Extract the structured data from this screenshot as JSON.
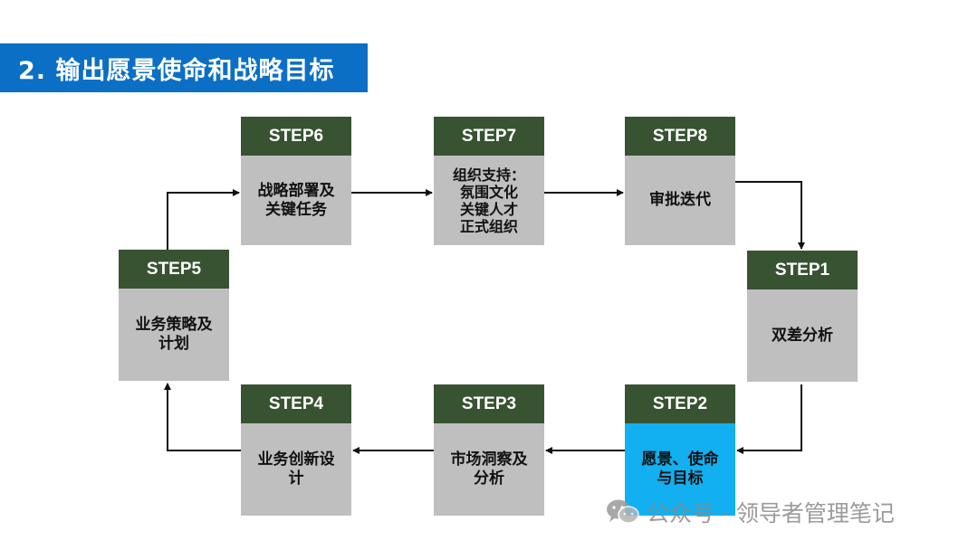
{
  "title": "2. 输出愿景使命和战略目标",
  "steps": {
    "s1": {
      "label": "STEP1",
      "text": "双差分析"
    },
    "s2": {
      "label": "STEP2",
      "text": "愿景、使命\n与目标"
    },
    "s3": {
      "label": "STEP3",
      "text": "市场洞察及\n分析"
    },
    "s4": {
      "label": "STEP4",
      "text": "业务创新设\n计"
    },
    "s5": {
      "label": "STEP5",
      "text": "业务策略及\n计划"
    },
    "s6": {
      "label": "STEP6",
      "text": "战略部署及\n关键任务"
    },
    "s7": {
      "label": "STEP7",
      "text": "组织支持：\n氛围文化\n关键人才\n正式组织"
    },
    "s8": {
      "label": "STEP8",
      "text": "审批迭代"
    }
  },
  "watermark": {
    "text": "公众号 · 领导者管理笔记",
    "icon": "wechat-icon"
  },
  "colors": {
    "title_bg": "#0b6fc6",
    "step_head": "#385332",
    "step_body": "#bfbfbf",
    "highlight": "#12b0f0"
  }
}
